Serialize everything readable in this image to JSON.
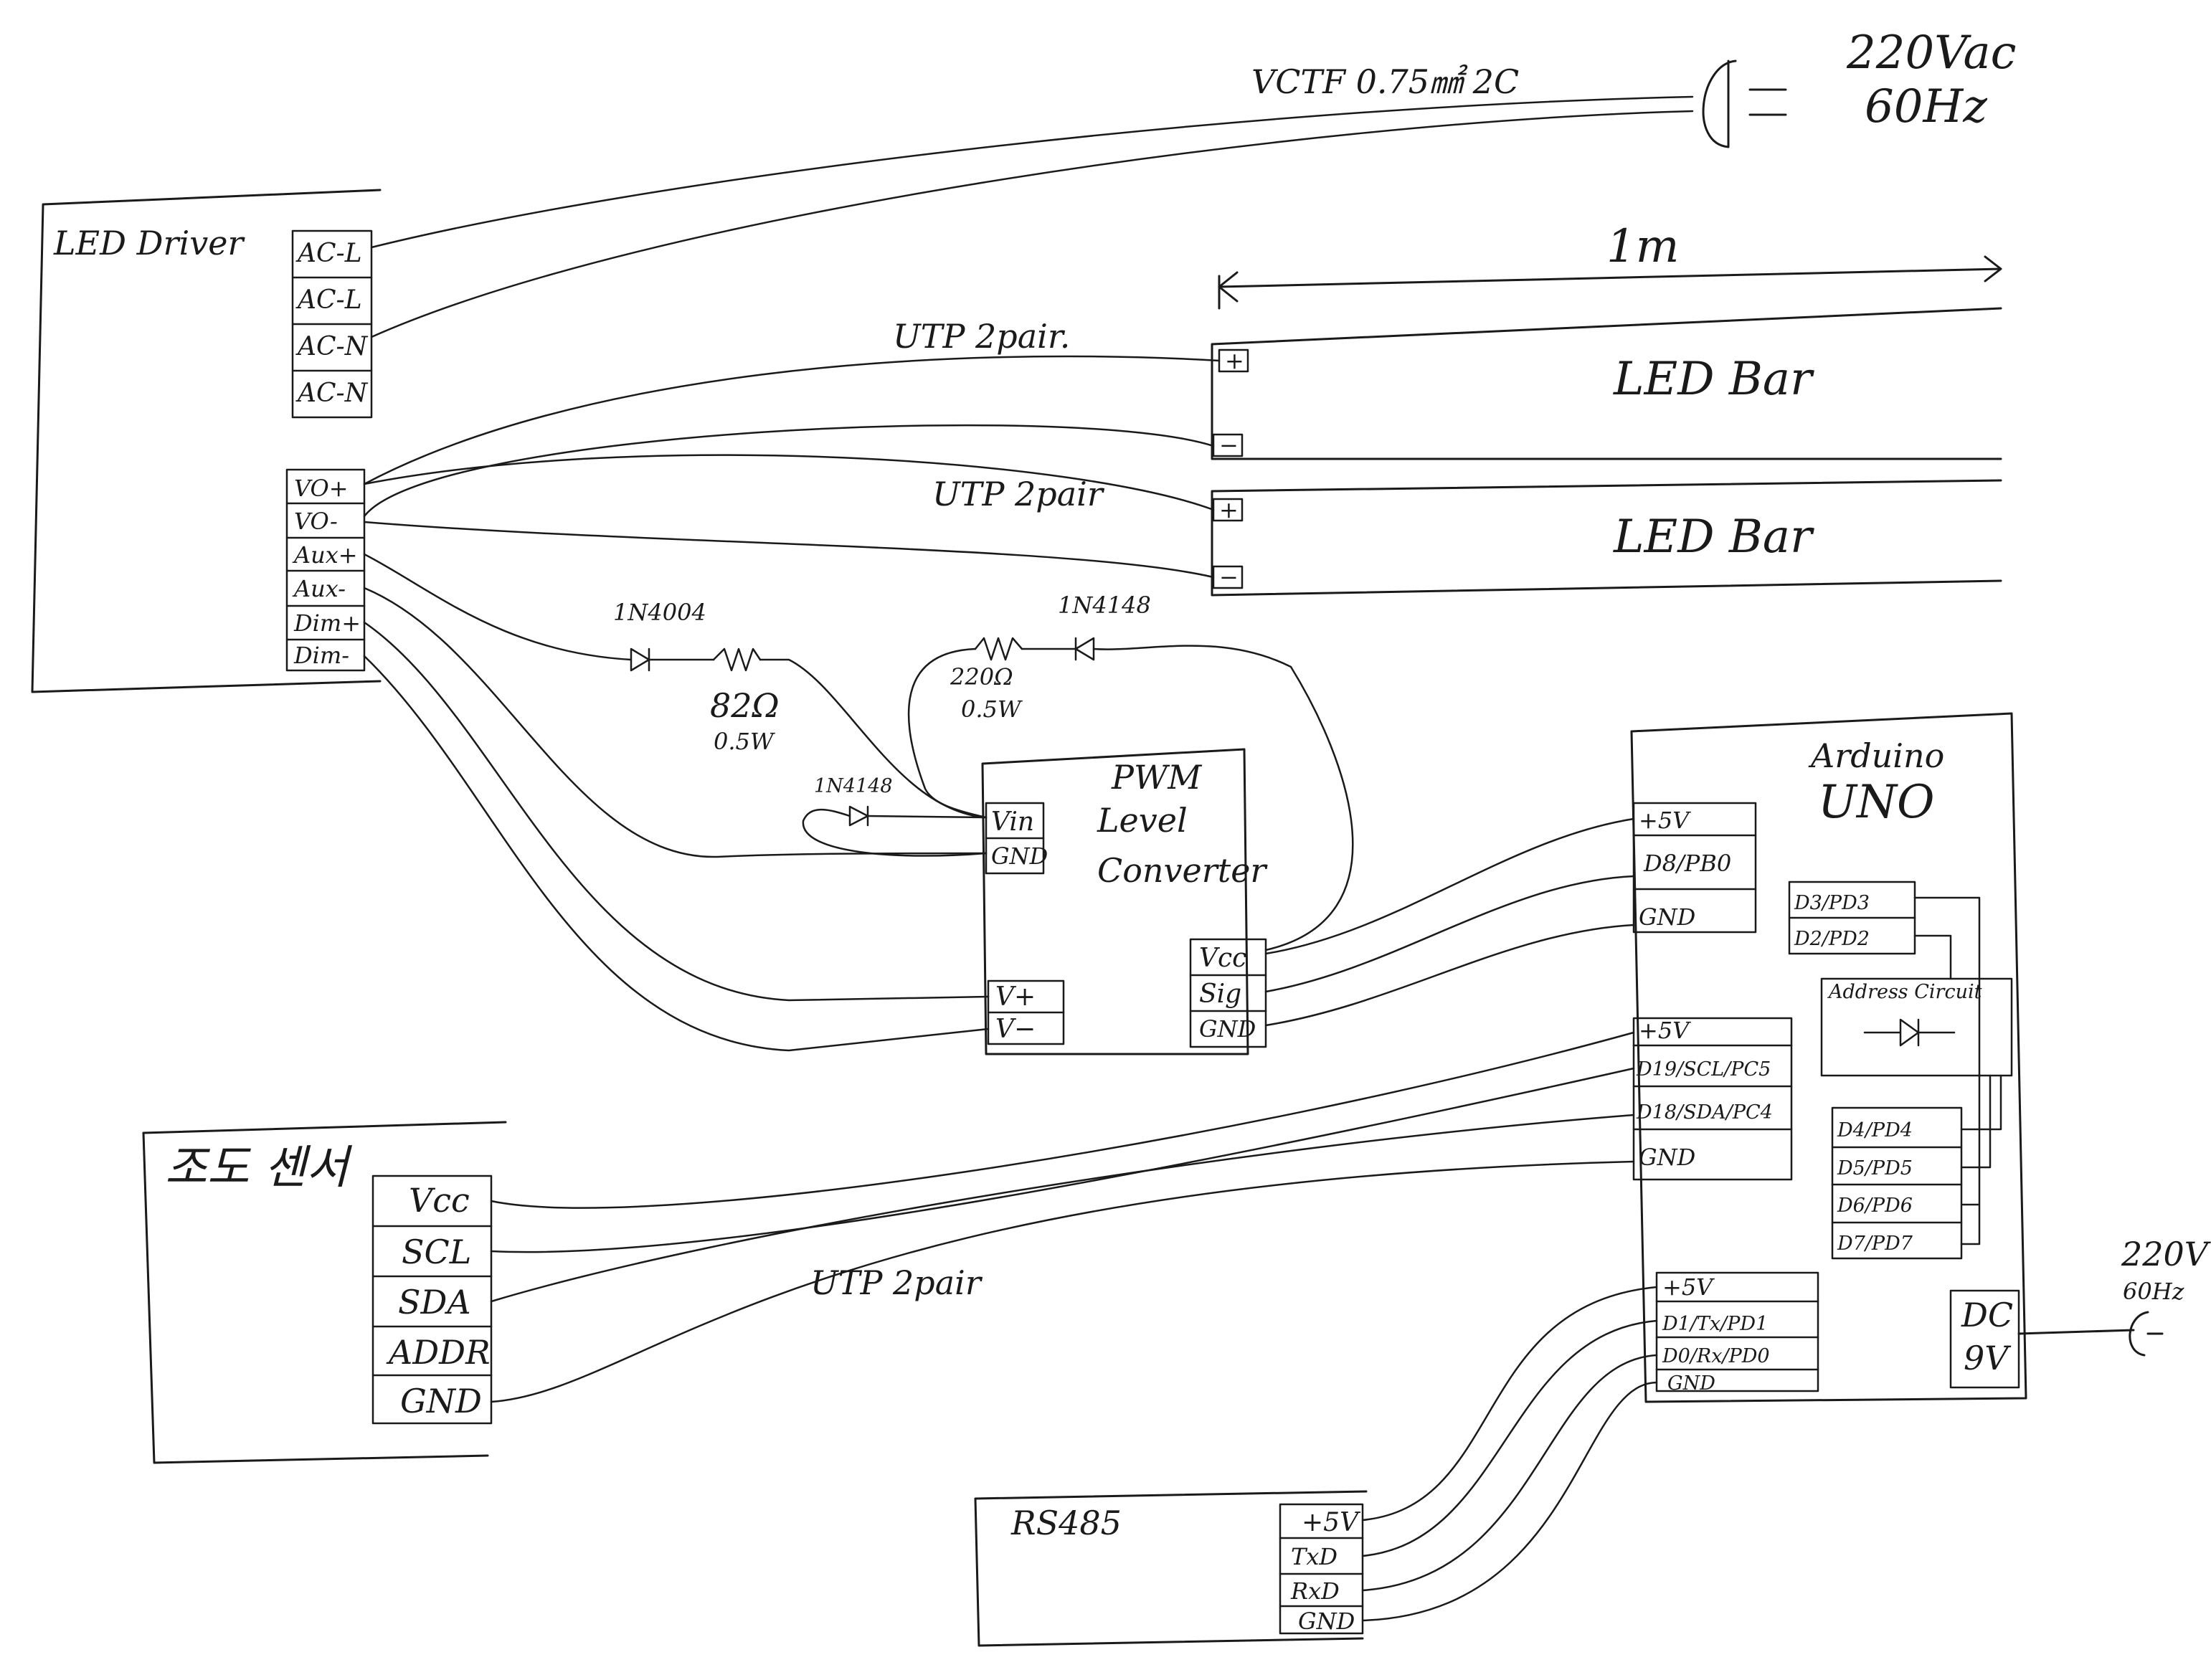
{
  "power_source": {
    "cable": "VCTF 0.75㎟ 2C",
    "voltage": "220Vac",
    "frequency": "60Hz"
  },
  "led_driver": {
    "title": "LED Driver",
    "ac_pins": [
      "AC-L",
      "AC-L",
      "AC-N",
      "AC-N"
    ],
    "out_pins": [
      "VO+",
      "VO-",
      "Aux+",
      "Aux-",
      "Dim+",
      "Dim-"
    ]
  },
  "led_bars": {
    "length_label": "1m",
    "bar_label": "LED Bar",
    "plus": "+",
    "minus": "−",
    "cable_1": "UTP 2pair.",
    "cable_2": "UTP 2pair"
  },
  "components": {
    "diode_1": "1N4004",
    "resistor_1": "82Ω",
    "resistor_1_power": "0.5W",
    "diode_2": "1N4148",
    "resistor_2": "220Ω",
    "resistor_2_power": "0.5W",
    "diode_3": "1N4148"
  },
  "pwm": {
    "title_1": "PWM",
    "title_2": "Level",
    "title_3": "Converter",
    "left_top_pins": [
      "Vin",
      "GND"
    ],
    "left_bottom_pins": [
      "V+",
      "V−"
    ],
    "right_pins": [
      "Vcc",
      "Sig",
      "GND"
    ]
  },
  "arduino": {
    "title_1": "Arduino",
    "title_2": "UNO",
    "group_1": [
      "+5V",
      "D8/PB0",
      "GND"
    ],
    "group_2": [
      "+5V",
      "D19/SCL/PC5",
      "D18/SDA/PC4",
      "GND"
    ],
    "group_3": [
      "+5V",
      "D1/Tx/PD1",
      "D0/Rx/PD0",
      "GND"
    ],
    "addr_top": [
      "D3/PD3",
      "D2/PD2"
    ],
    "addr_bottom": [
      "D4/PD4",
      "D5/PD5",
      "D6/PD6",
      "D7/PD7"
    ],
    "address_circuit": "Address Circuit",
    "dc_1": "DC",
    "dc_2": "9V",
    "ext_voltage": "220V",
    "ext_freq": "60Hz"
  },
  "sensor": {
    "title": "조도 센서",
    "pins": [
      "Vcc",
      "SCL",
      "SDA",
      "ADDR",
      "GND"
    ],
    "cable": "UTP 2pair"
  },
  "rs485": {
    "title": "RS485",
    "pins": [
      "+5V",
      "TxD",
      "RxD",
      "GND"
    ]
  }
}
